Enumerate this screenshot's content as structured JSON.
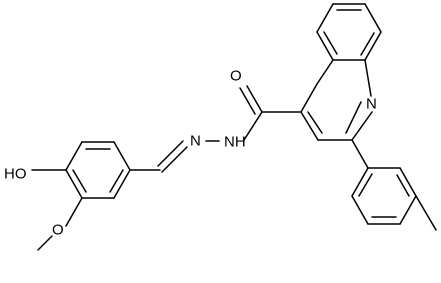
{
  "structure": {
    "atom_labels": {
      "carbonyl_oxygen": "O",
      "ring_nitrogen": "N",
      "hydrazone_n1": "N",
      "hydrazone_n2": "NH",
      "hydroxyl": "HO",
      "methoxy_oxygen": "O"
    }
  },
  "colors": {
    "bond": "#000000",
    "label": "#000000",
    "background": "#ffffff"
  }
}
